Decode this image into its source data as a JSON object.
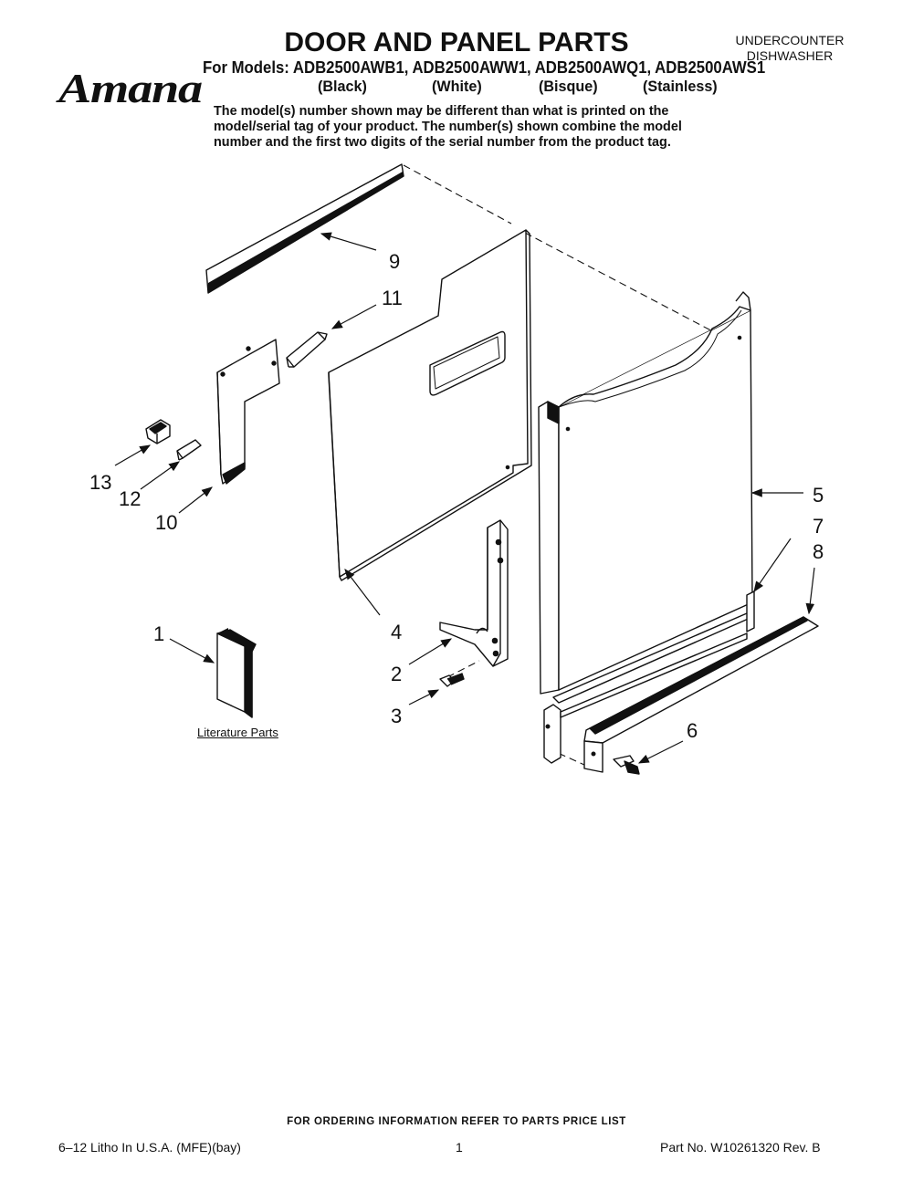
{
  "header": {
    "brand": "Amana",
    "title": "DOOR AND PANEL PARTS",
    "category_line1": "UNDERCOUNTER",
    "category_line2": "DISHWASHER",
    "models_line": "For Models: ADB2500AWB1, ADB2500AWW1, ADB2500AWQ1, ADB2500AWS1",
    "colors": [
      "(Black)",
      "(White)",
      "(Bisque)",
      "(Stainless)"
    ],
    "notice": "The model(s) number shown may be different than what is printed on the model/serial tag of your product. The number(s) shown combine the model number and the first two digits of the serial number from the product tag."
  },
  "diagram": {
    "callouts": [
      "1",
      "2",
      "3",
      "4",
      "5",
      "6",
      "7",
      "8",
      "9",
      "10",
      "11",
      "12",
      "13"
    ],
    "literature_label": "Literature Parts"
  },
  "footer": {
    "ordering_note": "FOR ORDERING INFORMATION REFER TO PARTS PRICE LIST",
    "litho": "6–12 Litho In U.S.A. (MFE)(bay)",
    "page_number": "1",
    "part_number": "Part No. W10261320 Rev. B"
  }
}
